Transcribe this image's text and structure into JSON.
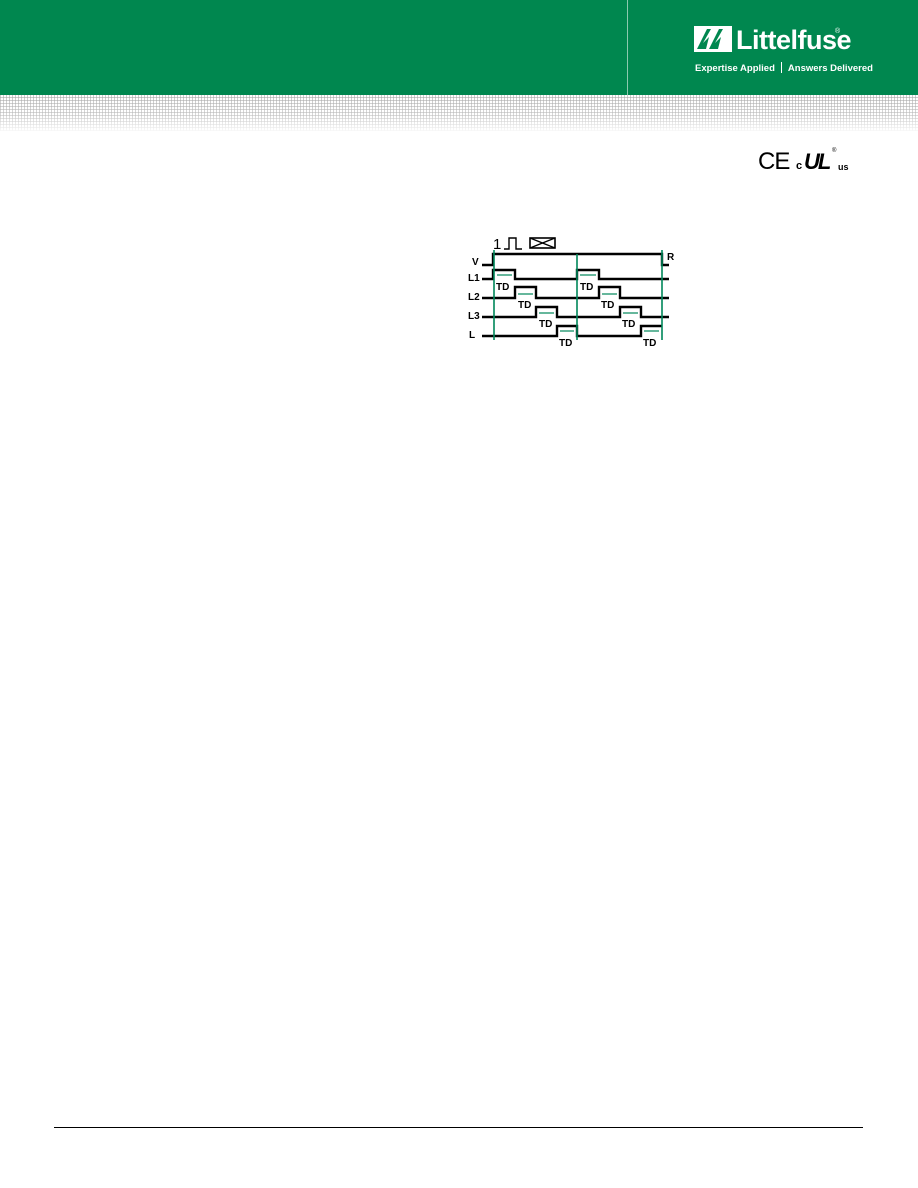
{
  "header": {
    "brand": {
      "name": "Littelfuse",
      "registered_mark": "®",
      "tagline_left": "Expertise Applied",
      "tagline_right": "Answers Delivered"
    },
    "colors": {
      "brand_green": "#00874f",
      "diagram_green": "#00875a"
    }
  },
  "certifications": {
    "ce_label": "CE",
    "c_label": "c",
    "ul_label": "UL",
    "us_label": "us",
    "ul_registered": "®"
  },
  "timing_diagram": {
    "function_number": "1",
    "pulse_icon": "pulse-icon",
    "relay_icon": "relay-coil-icon",
    "signals": [
      "V",
      "L1",
      "L2",
      "L3",
      "L"
    ],
    "reset_label": "R",
    "delay_label": "TD"
  }
}
